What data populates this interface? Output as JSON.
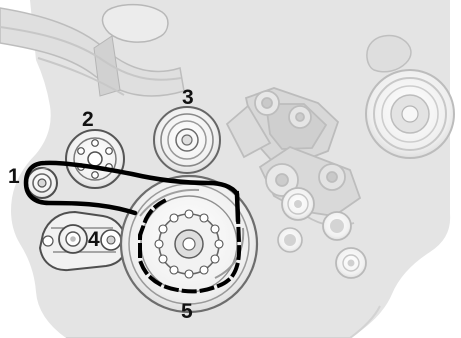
{
  "diagram": {
    "callouts": [
      {
        "id": "1",
        "label": "1"
      },
      {
        "id": "2",
        "label": "2"
      },
      {
        "id": "3",
        "label": "3"
      },
      {
        "id": "4",
        "label": "4"
      },
      {
        "id": "5",
        "label": "5"
      }
    ]
  },
  "colors": {
    "engine_block": "#e4e4e4",
    "pulley_fill": "#f7f7f7",
    "pulley_stroke": "#555555",
    "belt": "#000000",
    "background_parts": "#c9c9c9",
    "label": "#111111"
  },
  "icons": {
    "belt": "solid-belt-path",
    "hidden_belt": "dashed-belt-path",
    "pulley": "concentric-circle-pulley"
  }
}
